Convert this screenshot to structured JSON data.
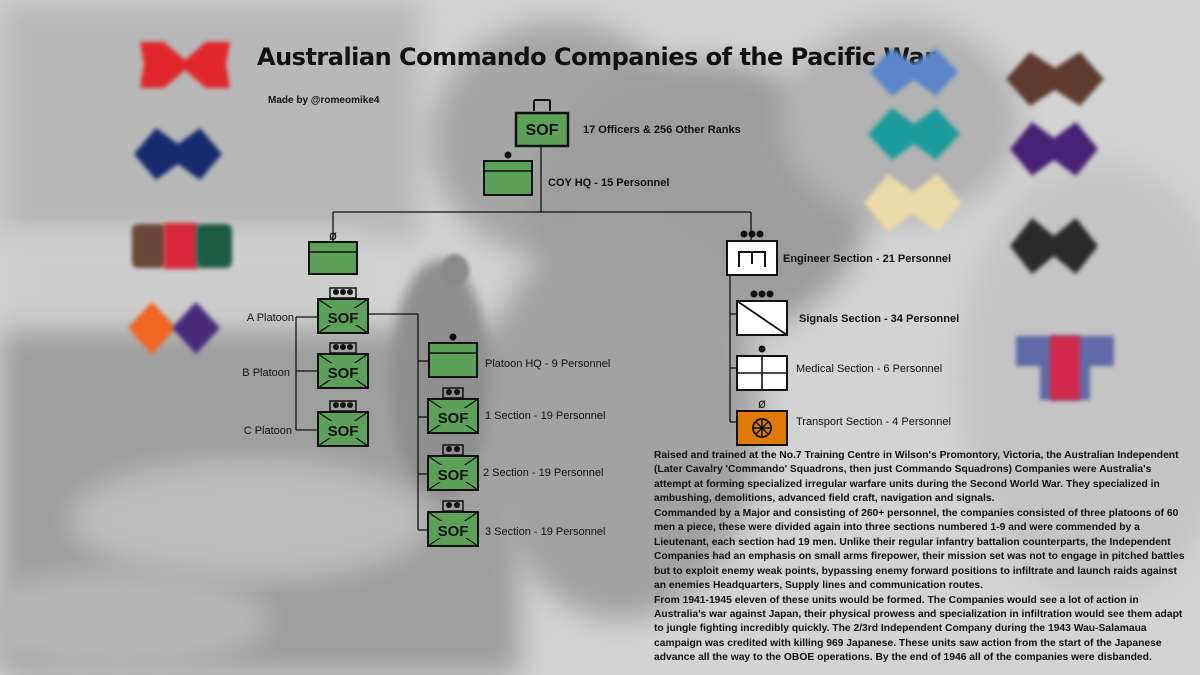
{
  "title": "Australian Commando Companies of the Pacific War",
  "credit": "Made by @romeomike4",
  "colors": {
    "unit_green": "#5ca05a",
    "transport_orange": "#e07b0a",
    "white": "#ffffff",
    "outline": "#111111"
  },
  "company": {
    "label": "SOF",
    "strength": "17 Officers & 256 Other Ranks"
  },
  "coy_hq": {
    "label": "COY HQ - 15 Personnel"
  },
  "platoons": [
    {
      "label": "A Platoon",
      "symbol": "SOF"
    },
    {
      "label": "B Platoon",
      "symbol": "SOF"
    },
    {
      "label": "C Platoon",
      "symbol": "SOF"
    }
  ],
  "platoon_echelon": "ø",
  "platoon_breakdown": [
    {
      "label": "Platoon HQ - 9 Personnel",
      "symbol": ""
    },
    {
      "label": "1 Section - 19 Personnel",
      "symbol": "SOF"
    },
    {
      "label": "2 Section - 19 Personnel",
      "symbol": "SOF"
    },
    {
      "label": "3 Section - 19 Personnel",
      "symbol": "SOF"
    }
  ],
  "support_sections": [
    {
      "label": "Engineer Section - 21 Personnel",
      "icon": "engineer-icon"
    },
    {
      "label": "Signals Section - 34 Personnel",
      "icon": "signals-icon"
    },
    {
      "label": "Medical Section - 6 Personnel",
      "icon": "medical-icon"
    },
    {
      "label": "Transport Section - 4 Personnel",
      "icon": "transport-icon",
      "echelon": "ø"
    }
  ],
  "description": [
    "Raised and trained at the No.7 Training Centre in Wilson's Promontory, Victoria, the Australian Independent (Later Cavalry 'Commando' Squadrons, then just Commando Squadrons) Companies were Australia's attempt at forming specialized irregular warfare units during the Second World War. They specialized in ambushing, demolitions, advanced field craft, navigation and signals.",
    "Commanded by a Major and consisting of 260+ personnel, the companies consisted of three platoons of 60 men a piece, these were divided again into three sections numbered 1-9 and were commended by a Lieutenant, each section had 19 men. Unlike their regular infantry battalion counterparts, the Independent Companies had an emphasis on small arms firepower, their mission set was not to engage in pitched battles but to exploit enemy weak points, bypassing enemy forward positions to infiltrate and launch raids against an enemies Headquarters, Supply lines and communication routes.",
    "From 1941-1945 eleven of these units would be formed. The Companies would see a lot of action in Australia's war against Japan, their physical prowess and specialization in infiltration would see them adapt to jungle fighting incredibly quickly. The 2/3rd Independent Company during the 1943 Wau-Salamaua campaign was credited with killing 969 Japanese. These units saw action from the start of the Japanese advance all the way to the OBOE operations. By the end of 1946 all of the companies were disbanded."
  ],
  "patches": [
    {
      "name": "red-patch",
      "colors": [
        "#e0282c"
      ]
    },
    {
      "name": "navy-patch",
      "colors": [
        "#142a6e"
      ]
    },
    {
      "name": "brown-red-green-patch",
      "colors": [
        "#6b4738",
        "#d8283a",
        "#1d5c45"
      ]
    },
    {
      "name": "orange-purple-patch",
      "colors": [
        "#f26522",
        "#4b2a7a"
      ]
    },
    {
      "name": "blue-patch",
      "colors": [
        "#5b86c9"
      ]
    },
    {
      "name": "teal-patch",
      "colors": [
        "#1d9b9c"
      ]
    },
    {
      "name": "cream-patch",
      "colors": [
        "#ecd9a8"
      ]
    },
    {
      "name": "brown-patch",
      "colors": [
        "#5e3a2e"
      ]
    },
    {
      "name": "purple-patch",
      "colors": [
        "#4a2476"
      ]
    },
    {
      "name": "black-patch",
      "colors": [
        "#2b2b2b"
      ]
    },
    {
      "name": "blue-red-t-patch",
      "colors": [
        "#5e6aa8",
        "#d42a48"
      ]
    }
  ]
}
